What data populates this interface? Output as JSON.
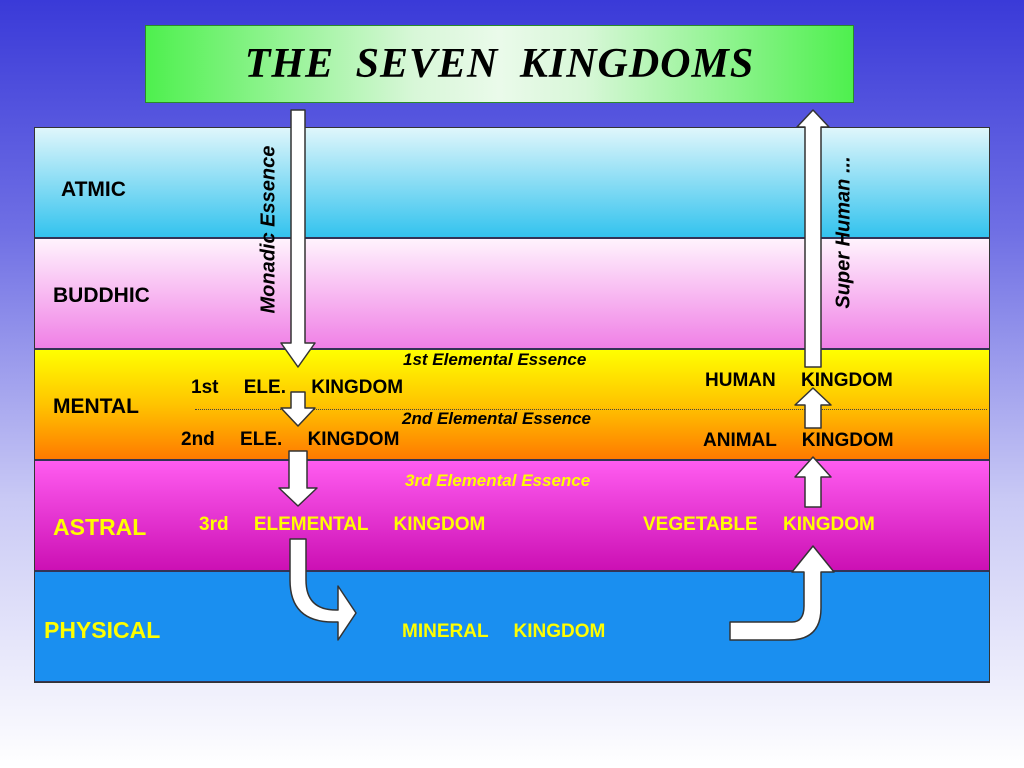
{
  "title": "THE  SEVEN  KINGDOMS",
  "planes": {
    "atmic": "ATMIC",
    "buddhic": "BUDDHIC",
    "mental": "MENTAL",
    "astral": "ASTRAL",
    "physical": "PHYSICAL"
  },
  "essences": {
    "monadic": "Monadic Essence",
    "first": "1st Elemental Essence",
    "second": "2nd Elemental Essence",
    "third": "3rd Elemental Essence",
    "super_human": "Super   Human ..."
  },
  "kingdoms": {
    "first_elemental": "1st ELE.  KINGDOM",
    "second_elemental": "2nd ELE.  KINGDOM",
    "third_elemental": "3rd ELEMENTAL  KINGDOM",
    "mineral": "MINERAL  KINGDOM",
    "vegetable": "VEGETABLE  KINGDOM",
    "animal": "ANIMAL  KINGDOM",
    "human": "HUMAN  KINGDOM"
  },
  "colors": {
    "atmic": "#33c3ee",
    "buddhic": "#f080e6",
    "mental": "#ffc400",
    "astral": "#cc10b4",
    "physical": "#1a8ff0",
    "title_box": "#4ef04e",
    "highlight_text": "#fffe00"
  }
}
